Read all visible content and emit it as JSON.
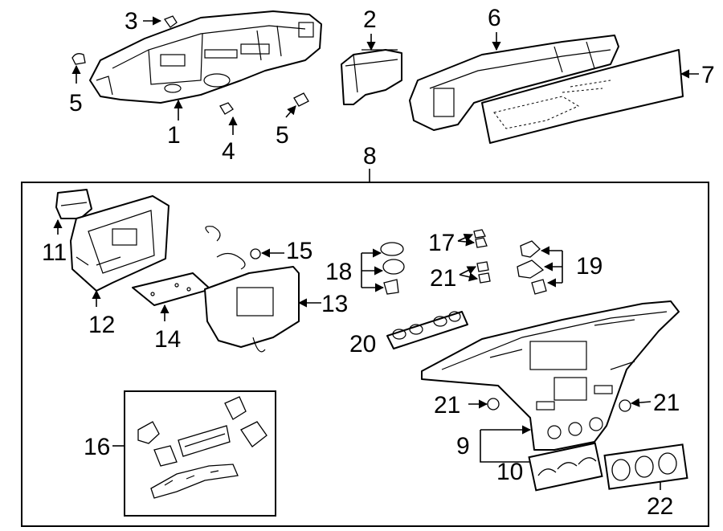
{
  "diagram": {
    "callouts": {
      "c1": "1",
      "c2": "2",
      "c3": "3",
      "c4": "4",
      "c5a": "5",
      "c5b": "5",
      "c6": "6",
      "c7": "7",
      "c8": "8",
      "c9": "9",
      "c10": "10",
      "c11": "11",
      "c12": "12",
      "c13": "13",
      "c14": "14",
      "c15": "15",
      "c16": "16",
      "c17": "17",
      "c18": "18",
      "c19": "19",
      "c20": "20",
      "c21a": "21",
      "c21b": "21",
      "c21c": "21",
      "c22": "22"
    }
  }
}
